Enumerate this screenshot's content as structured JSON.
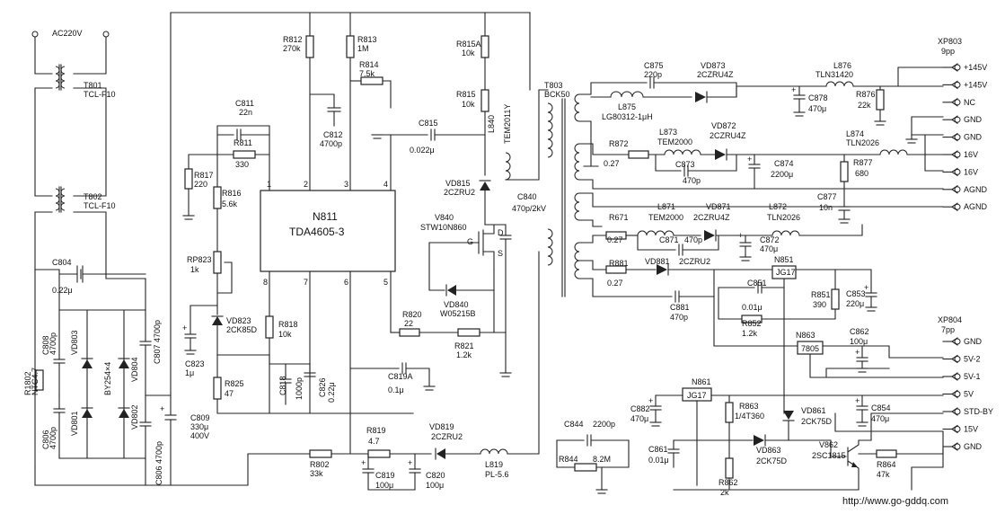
{
  "power": {
    "ac": "AC220V",
    "t801": [
      "T801",
      "TCL-F10"
    ],
    "t802": [
      "T802",
      "TCL-F10"
    ]
  },
  "ic": {
    "name": "N811",
    "part": "TDA4605-3",
    "pins": [
      "1",
      "2",
      "3",
      "4",
      "5",
      "6",
      "7",
      "8"
    ]
  },
  "parts": {
    "c804": [
      "C804",
      "0.22μ"
    ],
    "c808": [
      "C808",
      "4700p"
    ],
    "r1802": [
      "R1802",
      "NTC4.7"
    ],
    "vd803": "VD803",
    "bridge": "BY254×4",
    "vd804": "VD804",
    "c807": "C807 4700p",
    "c806a": [
      "C806",
      "4700p"
    ],
    "vd801": "VD801",
    "vd802": "VD802",
    "c806b": "C806 4700p",
    "c809": [
      "C809",
      "330μ",
      "400V"
    ],
    "r812": [
      "R812",
      "270k"
    ],
    "r813": [
      "R813",
      "1M"
    ],
    "r814": [
      "R814",
      "7.5k"
    ],
    "c812": [
      "C812",
      "4700p"
    ],
    "c811": [
      "C811",
      "22n"
    ],
    "r811": [
      "R811",
      "330"
    ],
    "r817": [
      "R817",
      "220"
    ],
    "r816": [
      "R816",
      "5.6k"
    ],
    "rp823": [
      "RP823",
      "1k"
    ],
    "vd823": [
      "VD823",
      "2CK85D"
    ],
    "c823": [
      "C823",
      "1μ"
    ],
    "r825": [
      "R825",
      "47"
    ],
    "r818": [
      "R818",
      "10k"
    ],
    "c818": [
      "C818",
      "1000p"
    ],
    "c826": [
      "C826",
      "0.22μ"
    ],
    "c819a": [
      "C819A",
      "0.1μ"
    ],
    "r820": [
      "R820",
      "22"
    ],
    "r821": [
      "R821",
      "1.2k"
    ],
    "r819": [
      "R819",
      "4.7"
    ],
    "vd819": [
      "VD819",
      "2CZRU2"
    ],
    "l819": [
      "L819",
      "PL-5.6"
    ],
    "r802": [
      "R802",
      "33k"
    ],
    "c819": [
      "C819",
      "100μ"
    ],
    "c820": [
      "C820",
      "100μ"
    ],
    "r815a": [
      "R815A",
      "10k"
    ],
    "r815": [
      "R815",
      "10k"
    ],
    "c815": [
      "C815",
      "0.022μ"
    ],
    "l840": [
      "L840",
      "TEM2011Y"
    ],
    "vd815": [
      "VD815",
      "2CZRU2"
    ],
    "v840": [
      "V840",
      "STW10N860"
    ],
    "c840": [
      "C840",
      "470p/2kV"
    ],
    "vd840": [
      "VD840",
      "W05215B"
    ],
    "c844": [
      "C844",
      "2200p"
    ],
    "r844": [
      "R844",
      "8.2M"
    ],
    "t803": [
      "T803",
      "BCK50"
    ],
    "c875": [
      "C875",
      "220p"
    ],
    "vd873": [
      "VD873",
      "2CZRU4Z"
    ],
    "l875": [
      "L875",
      "LG80312-1μH"
    ],
    "l876": [
      "L876",
      "TLN31420"
    ],
    "c878": [
      "C878",
      "470μ"
    ],
    "r876": [
      "R876",
      "22k"
    ],
    "r872": [
      "R872",
      "0.27"
    ],
    "l873": [
      "L873",
      "TEM2000"
    ],
    "c873": [
      "C873",
      "470p"
    ],
    "vd872": [
      "VD872",
      "2CZRU4Z"
    ],
    "c874": [
      "C874",
      "2200μ"
    ],
    "l874": [
      "L874",
      "TLN2026"
    ],
    "r877": [
      "R877",
      "680"
    ],
    "c877": [
      "C877",
      "10n"
    ],
    "r871": [
      "R671",
      "0.27"
    ],
    "l871": [
      "L871",
      "TEM2000"
    ],
    "vd871": [
      "VD871",
      "2CZRU4Z"
    ],
    "c871": [
      "C871",
      "470p"
    ],
    "c872": [
      "C872",
      "470μ"
    ],
    "l872": [
      "L872",
      "TLN2026"
    ],
    "r881": [
      "R881",
      "0.27"
    ],
    "vd881": [
      "VD881",
      "2CZRU2"
    ],
    "c881": [
      "C881",
      "470p"
    ],
    "n851": [
      "N851",
      "JG17"
    ],
    "c851": [
      "C851",
      "0.01μ"
    ],
    "r851": [
      "R851",
      "390"
    ],
    "c853": [
      "C853",
      "220μ"
    ],
    "r852": [
      "R852",
      "1.2k"
    ],
    "n863": [
      "N863",
      "7805"
    ],
    "c862": [
      "C862",
      "100μ"
    ],
    "n861": [
      "N861",
      "JG17"
    ],
    "c882": [
      "C882",
      "470μ"
    ],
    "r863": [
      "R863",
      "1/4T360"
    ],
    "vd861": [
      "VD861",
      "2CK75D"
    ],
    "c854": [
      "C854",
      "470μ"
    ],
    "c861": [
      "C861",
      "0.01μ"
    ],
    "vd863": [
      "VD863",
      "2CK75D"
    ],
    "v862": [
      "V862",
      "2SC1815"
    ],
    "r862": [
      "R862",
      "2k"
    ],
    "r864": [
      "R864",
      "47k"
    ]
  },
  "xp803": {
    "title": "XP803",
    "pins_count": "9pp",
    "pins": [
      "+145V",
      "+145V",
      "NC",
      "GND",
      "GND",
      "16V",
      "16V",
      "AGND",
      "AGND"
    ]
  },
  "xp804": {
    "title": "XP804",
    "pins_count": "7pp",
    "pins": [
      "GND",
      "5V-2",
      "5V-1",
      "5V",
      "STD-BY",
      "15V",
      "GND"
    ]
  },
  "footer": {
    "url": "http://www.go-gddq.com"
  },
  "colors": {
    "ink": "#222222",
    "background": "#ffffff"
  }
}
